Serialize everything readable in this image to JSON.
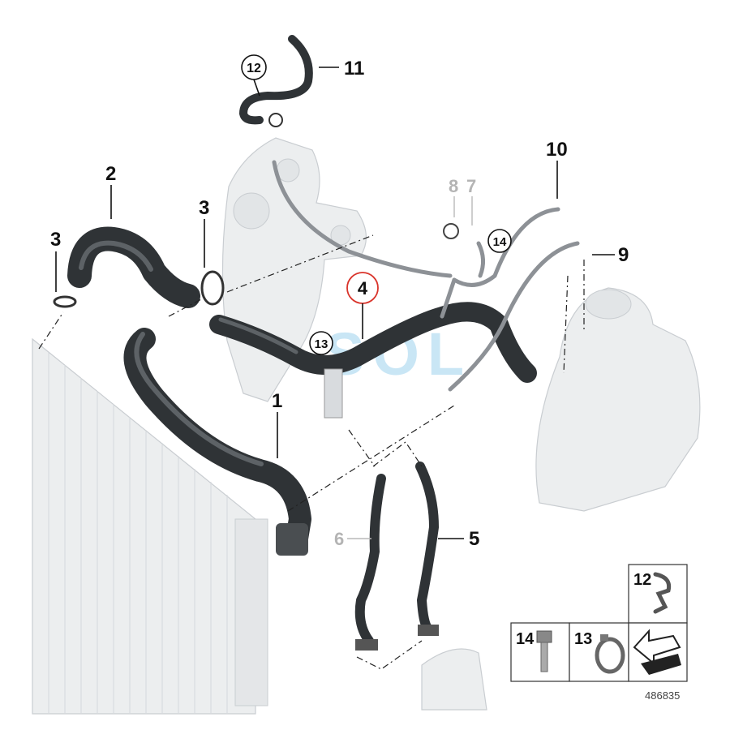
{
  "callouts": {
    "c1": "1",
    "c2": "2",
    "c3a": "3",
    "c3b": "3",
    "c4": "4",
    "c5": "5",
    "c6": "6",
    "c7": "7",
    "c8": "8",
    "c9": "9",
    "c10": "10",
    "c11": "11",
    "c12": "12",
    "c13": "13",
    "c14": "14"
  },
  "legend": {
    "l12": "12",
    "l13": "13",
    "l14": "14"
  },
  "diagram_number": "486835",
  "watermark": "SOL",
  "colors": {
    "hose": "#2f3336",
    "hose_highlight": "#5d6266",
    "ghost": "#eceeef",
    "highlight_circle": "#d9342b",
    "watermark": "#9ed2ee"
  }
}
